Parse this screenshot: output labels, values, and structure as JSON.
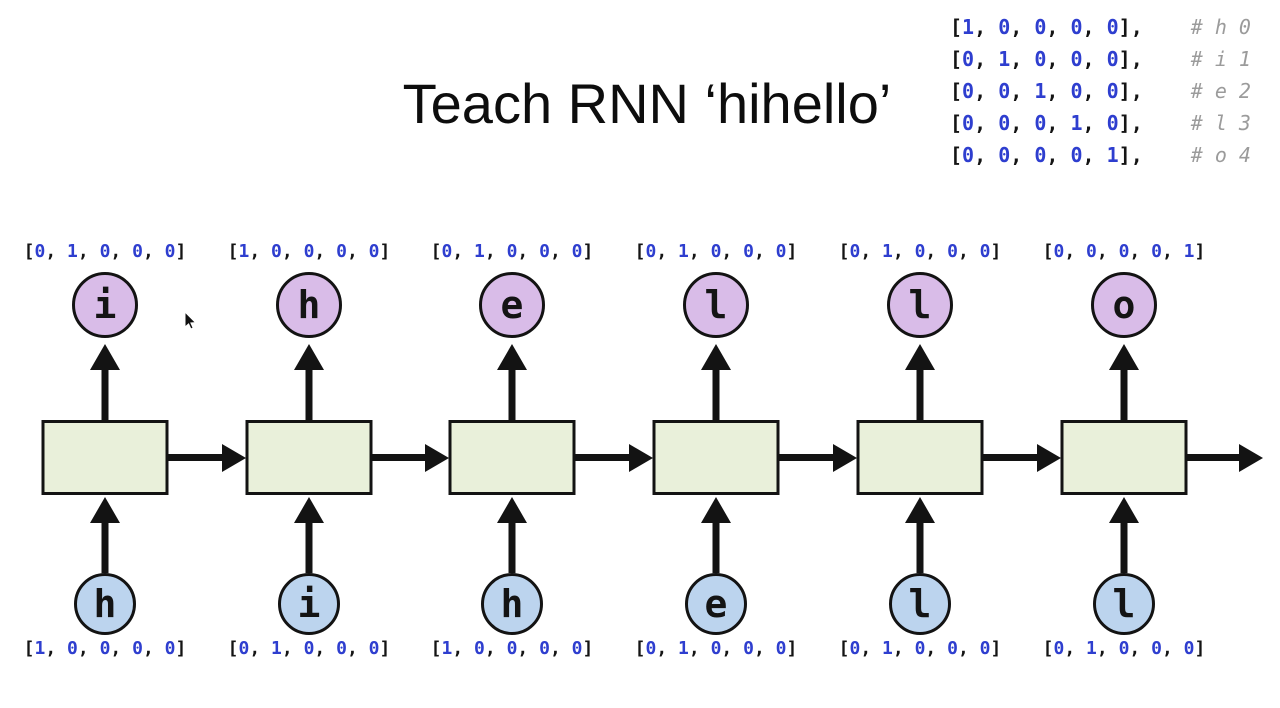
{
  "title": "Teach RNN ‘hihello’",
  "colors": {
    "digit": "#2e3ecf",
    "ink": "#141414",
    "comment": "#9b9b9b",
    "cell_fill": "#e9f0da",
    "out_fill": "#d9bce8",
    "in_fill": "#bcd4ee",
    "stroke": "#131313"
  },
  "onehot_legend": {
    "rows": [
      {
        "vector": "[1, 0, 0, 0, 0],",
        "comment": "# h 0"
      },
      {
        "vector": "[0, 1, 0, 0, 0],",
        "comment": "# i 1"
      },
      {
        "vector": "[0, 0, 1, 0, 0],",
        "comment": "# e 2"
      },
      {
        "vector": "[0, 0, 0, 1, 0],",
        "comment": "# l 3"
      },
      {
        "vector": "[0, 0, 0, 0, 1],",
        "comment": "# o 4"
      }
    ]
  },
  "diagram": {
    "columns": [
      {
        "output_vector": "[0, 1, 0, 0, 0]",
        "output_char": "i",
        "input_char": "h",
        "input_vector": "[1, 0, 0, 0, 0]"
      },
      {
        "output_vector": "[1, 0, 0, 0, 0]",
        "output_char": "h",
        "input_char": "i",
        "input_vector": "[0, 1, 0, 0, 0]"
      },
      {
        "output_vector": "[0, 1, 0, 0, 0]",
        "output_char": "e",
        "input_char": "h",
        "input_vector": "[1, 0, 0, 0, 0]"
      },
      {
        "output_vector": "[0, 1, 0, 0, 0]",
        "output_char": "l",
        "input_char": "e",
        "input_vector": "[0, 1, 0, 0, 0]"
      },
      {
        "output_vector": "[0, 1, 0, 0, 0]",
        "output_char": "l",
        "input_char": "l",
        "input_vector": "[0, 1, 0, 0, 0]"
      },
      {
        "output_vector": "[0, 0, 0, 0, 1]",
        "output_char": "o",
        "input_char": "l",
        "input_vector": "[0, 1, 0, 0, 0]"
      }
    ]
  }
}
